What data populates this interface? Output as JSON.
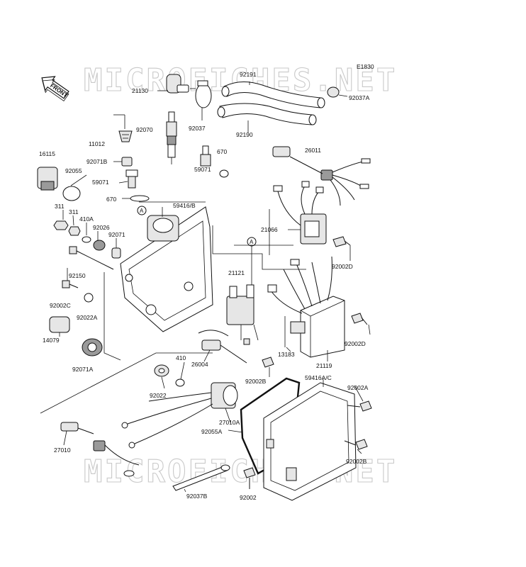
{
  "diagram_code": "E1830",
  "front_label": "FRONT",
  "ref_letter": "A",
  "watermark": "MICROFICHES.NET",
  "parts": {
    "p92191": "92191",
    "p21130": "21130",
    "p92037A": "92037A",
    "p92037": "92037",
    "p92190": "92190",
    "p11012": "11012",
    "p92070": "92070",
    "p670_top": "670",
    "p16115": "16115",
    "p92071B": "92071B",
    "p26011": "26011",
    "p92055": "92055",
    "p59071_left": "59071",
    "p59071_right": "59071",
    "p670_left": "670",
    "p59416B": "59416/B",
    "p311_a": "311",
    "p311_b": "311",
    "p410A": "410A",
    "p92026": "92026",
    "p92071": "92071",
    "p21066": "21066",
    "p92002D_a": "92002D",
    "p21121": "21121",
    "p92150": "92150",
    "p92002C": "92002C",
    "p92022A": "92022A",
    "p14079": "14079",
    "p92071A": "92071A",
    "p92002D_b": "92002D",
    "p13183": "13183",
    "p21119": "21119",
    "p410": "410",
    "p26004": "26004",
    "p92002B_a": "92002B",
    "p59416AC": "59416A/C",
    "p92022": "92022",
    "p92002A": "92002A",
    "p27010A": "27010A",
    "p92055A": "92055A",
    "p27010": "27010",
    "p92002B_b": "92002B",
    "p92037B": "92037B",
    "p92002": "92002"
  }
}
